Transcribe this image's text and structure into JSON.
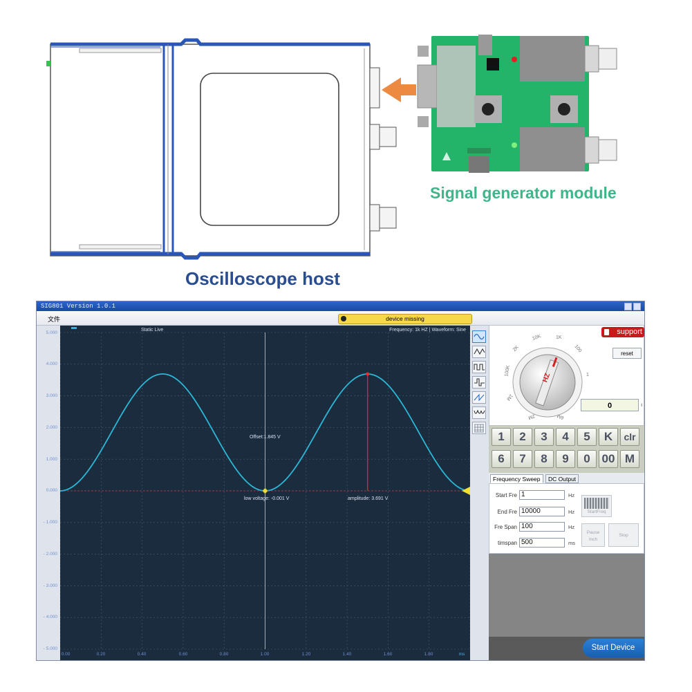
{
  "labels": {
    "host": "Oscilloscope host",
    "module": "Signal generator module"
  },
  "app": {
    "title": "SIG801  Version 1.0.1",
    "menu": {
      "file": "文件"
    },
    "device_status": "device missing",
    "scope": {
      "mode": "Static Live",
      "info": "Frequency: 1k HZ | Waveform: Sine",
      "offset_label": "Offset:1.845 V",
      "low_label": "low voltage: -0.001 V",
      "amp_label": "amplitude: 3.691 V",
      "x_unit": "ms",
      "y_ticks": [
        "5.000",
        "4.000",
        "3.000",
        "2.000",
        "1.000",
        "0.000",
        "- 1.000",
        "- 2.000",
        "- 3.000",
        "- 4.000",
        "- 5.000"
      ],
      "x_ticks": [
        "0.00",
        "0.20",
        "0.40",
        "0.60",
        "0.80",
        "1.00",
        "1.20",
        "1.40",
        "1.60",
        "1.80"
      ]
    },
    "waveforms": [
      "sine-wave-icon",
      "triangle-wave-icon",
      "square-wave-icon",
      "pulse-wave-icon",
      "sawtooth-wave-icon",
      "arbitrary-wave-icon",
      "grid-icon"
    ],
    "support_label": "support",
    "reset_label": "reset",
    "knob_labels": [
      "1K",
      "100",
      "1",
      "6M",
      "2M",
      "1M",
      "100K",
      "10K",
      "2K",
      "HZ"
    ],
    "freq_value": "0",
    "keypad_row1": [
      "1",
      "2",
      "3",
      "4",
      "5",
      "K",
      "clr"
    ],
    "keypad_row2": [
      "6",
      "7",
      "8",
      "9",
      "0",
      "00",
      "M"
    ],
    "tabs": [
      "Frequency Sweep",
      "DC Output"
    ],
    "sweep": {
      "start_label": "Start Fre",
      "start_value": "1",
      "start_unit": "Hz",
      "end_label": "End Fre",
      "end_value": "10000",
      "end_unit": "Hz",
      "span_label": "Fre Span",
      "span_value": "100",
      "span_unit": "Hz",
      "time_label": "timspan",
      "time_value": "500",
      "time_unit": "ms",
      "start_freq_btn": "StartFreq",
      "pause_btn": "Pause Inch",
      "stop_btn": "Stop"
    },
    "start_device": "Start Device"
  },
  "chart_data": {
    "type": "line",
    "x_range": [
      0,
      2.0
    ],
    "y_range": [
      -5,
      5
    ],
    "xlabel": "ms",
    "series": [
      {
        "waveform": "sine",
        "frequency_khz": 1,
        "min": -0.001,
        "max": 3.691,
        "offset": 1.845
      }
    ],
    "markers": [
      {
        "x": 1.0,
        "y": -0.001,
        "label": "low voltage: -0.001 V"
      },
      {
        "x": 1.5,
        "y": 3.691,
        "label": "amplitude: 3.691 V"
      }
    ]
  },
  "colors": {
    "scope_bg": "#1c2c3f",
    "trace": "#2bb7d6",
    "marker": "#e03030",
    "host_label": "#2a4d8f",
    "module_label": "#3fb58a"
  }
}
